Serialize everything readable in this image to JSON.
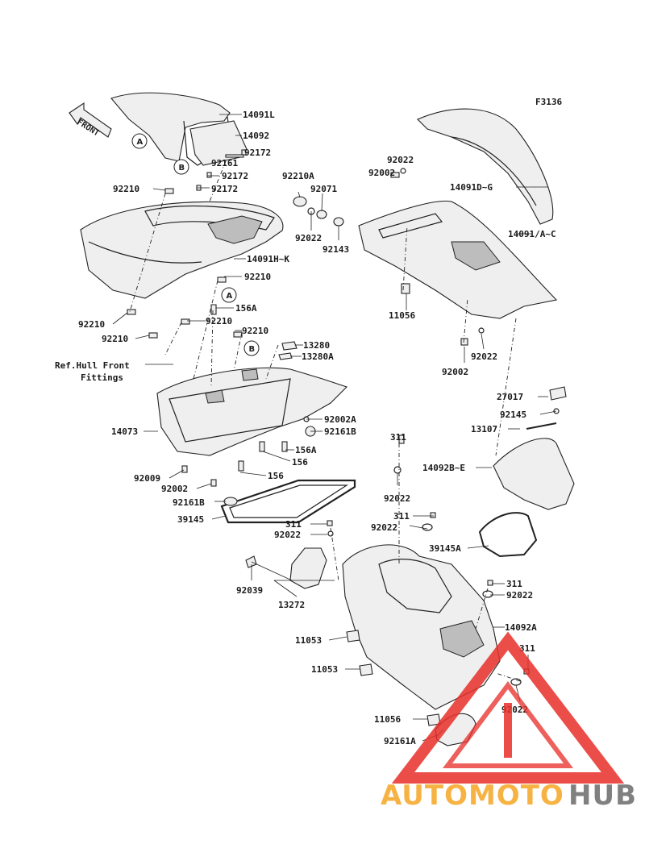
{
  "figure_code": "F3136",
  "front_marker": "FRONT",
  "callouts": [
    "A",
    "B",
    "A",
    "B"
  ],
  "ref_note": [
    "Ref.Hull Front",
    "Fittings"
  ],
  "labels": [
    "14091L",
    "14092",
    "92172",
    "92161",
    "92172",
    "92172",
    "92210",
    "92210A",
    "92071",
    "92022",
    "92002",
    "92022",
    "92143",
    "14091D~G",
    "14091/A~C",
    "14091H~K",
    "92210",
    "156A",
    "92210",
    "92210",
    "92210",
    "92210",
    "11056",
    "13280",
    "13280A",
    "92022",
    "92002",
    "27017",
    "92145",
    "13107",
    "14073",
    "92002A",
    "92161B",
    "156A",
    "156",
    "156",
    "92009",
    "92002",
    "92161B",
    "39145",
    "311",
    "92022",
    "14092B~E",
    "311",
    "92022",
    "311",
    "92022",
    "39145A",
    "92039",
    "13272",
    "311",
    "92022",
    "14092A",
    "11053",
    "11053",
    "311",
    "92022",
    "11056",
    "92161A"
  ],
  "watermark": {
    "part1": "AUTOMOTO",
    "part2": "HUB"
  },
  "colors": {
    "line": "#222222",
    "watermark_red": "#e8302a",
    "watermark_orange": "#f5a623",
    "watermark_grey": "#6b6b6b"
  }
}
